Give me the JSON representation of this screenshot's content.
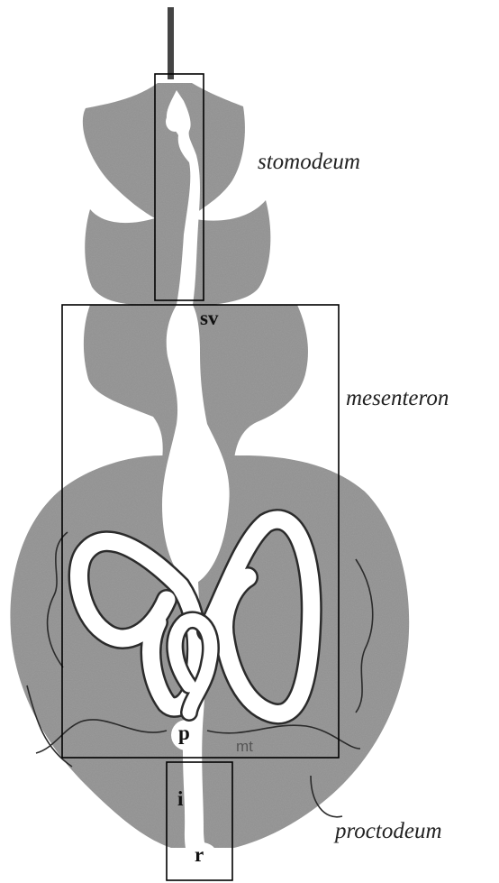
{
  "regions": {
    "stomodeum": "stomodeum",
    "mesenteron": "mesenteron",
    "proctodeum": "proctodeum"
  },
  "parts": {
    "sv": "sv",
    "p": "p",
    "mt": "mt",
    "i": "i",
    "r": "r"
  },
  "colors": {
    "body_fill": "#9b9b9b",
    "tract_fill": "#ffffff",
    "outline": "#000000",
    "tubule_line": "#2b2b2b"
  }
}
